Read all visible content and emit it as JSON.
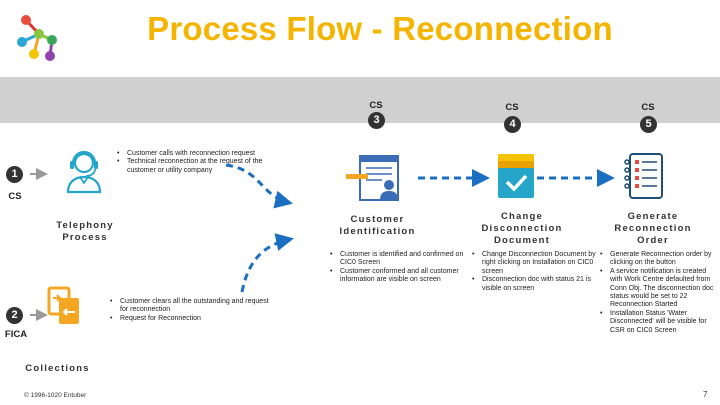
{
  "slide": {
    "title": "Process Flow - Reconnection",
    "footer": "© 1996-1020 Entuber",
    "page_number": "7"
  },
  "left_steps": [
    {
      "number": "1",
      "system": "CS",
      "label_line1": "Telephony",
      "label_line2": "Process",
      "icon": "call-center-agent-icon",
      "bullets": [
        "Customer calls with reconnection request",
        "Technical reconnection at the request of the customer or utility company"
      ]
    },
    {
      "number": "2",
      "system": "FICA",
      "label_line1": "Collections",
      "icon": "document-exchange-icon",
      "bullets": [
        "Customer clears all the outstanding and request for reconnection",
        "Request for Reconnection"
      ]
    }
  ],
  "flow_steps": [
    {
      "number": "3",
      "system": "CS",
      "label_line1": "Customer",
      "label_line2": "Identification",
      "icon": "customer-id-icon",
      "bullets": [
        "Customer is identified and confirmed on CIC0 Screen",
        "Customer conformed and all customer information are visible on screen"
      ]
    },
    {
      "number": "4",
      "system": "CS",
      "label_line1": "Change",
      "label_line2": "Disconnection",
      "label_line3": "Document",
      "icon": "checklist-stack-icon",
      "bullets": [
        "Change Disconnection Document by right clicking on Installation on CIC0 screen",
        "Disconnection doc with status 21 is visible on screen"
      ]
    },
    {
      "number": "5",
      "system": "CS",
      "label_line1": "Generate",
      "label_line2": "Reconnection",
      "label_line3": "Order",
      "icon": "notepad-list-icon",
      "bullets": [
        "Generate Reconnection order by clicking on the button",
        "A service notification is created with Work Centre defaulted from Conn Obj. The disconnection doc status would be set to 22 Reconnection Started",
        "Installation Status 'Water Disconnected' will be visible for CSR on CIC0 Screen"
      ]
    }
  ],
  "colors": {
    "title": "#f5b400",
    "band": "#d0d0d0",
    "arrow": "#1b6fc0",
    "icon_teal": "#25a6c9",
    "icon_orange": "#f5a623"
  }
}
